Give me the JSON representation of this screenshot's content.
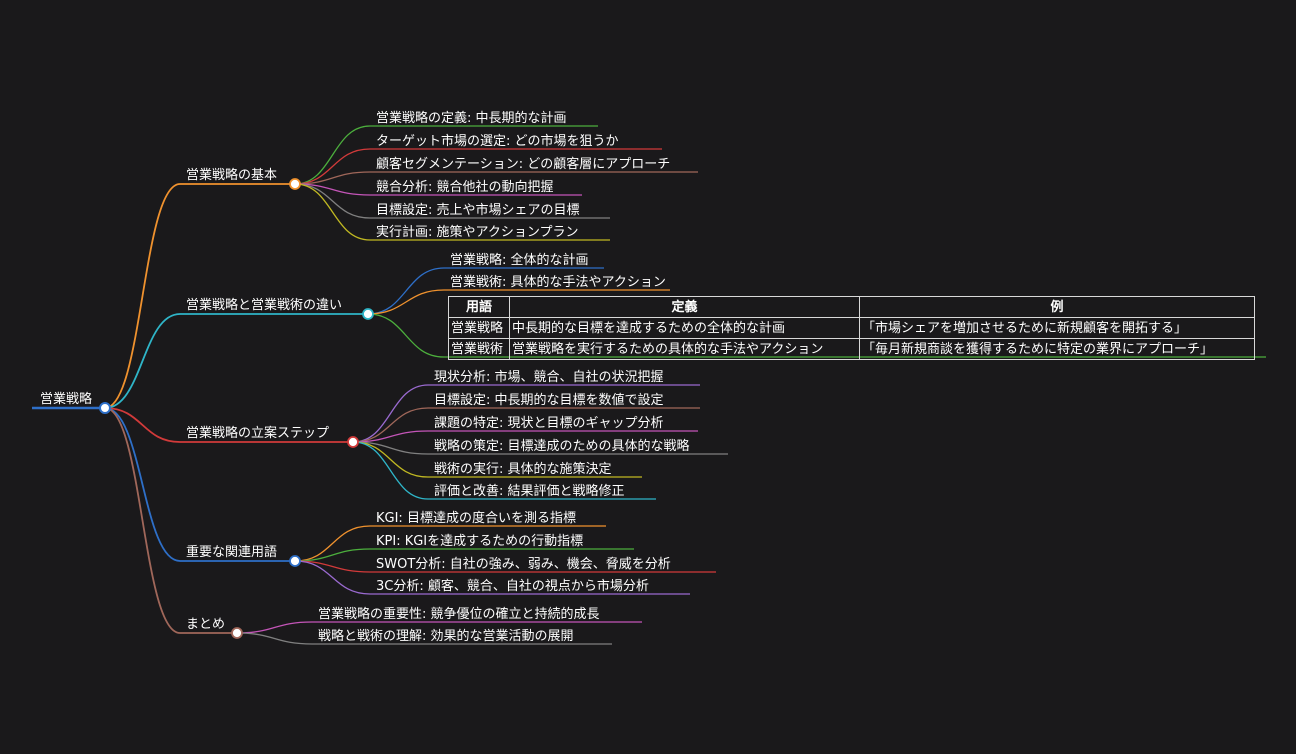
{
  "root": {
    "label": "営業戦略",
    "color": "#2e6fc8"
  },
  "branches": [
    {
      "label": "営業戦略の基本",
      "color": "#f0922e",
      "children": [
        {
          "label": "営業戦略の定義: 中長期的な計画",
          "color": "#4caf3d"
        },
        {
          "label": "ターゲット市場の選定: どの市場を狙うか",
          "color": "#d23a3a"
        },
        {
          "label": "顧客セグメンテーション: どの顧客層にアプローチ",
          "color": "#a0675a"
        },
        {
          "label": "競合分析: 競合他社の動向把握",
          "color": "#c455b8"
        },
        {
          "label": "目標設定: 売上や市場シェアの目標",
          "color": "#808080"
        },
        {
          "label": "実行計画: 施策やアクションプラン",
          "color": "#c0b822"
        }
      ]
    },
    {
      "label": "営業戦略と営業戦術の違い",
      "color": "#2fb5c8",
      "children": [
        {
          "label": "営業戦略: 全体的な計画",
          "color": "#2e6fc8"
        },
        {
          "label": "営業戦術: 具体的な手法やアクション",
          "color": "#f0922e"
        },
        {
          "label": "",
          "color": "#4caf3d"
        }
      ],
      "table": {
        "headers": [
          "用語",
          "定義",
          "例"
        ],
        "rows": [
          [
            "営業戦略",
            "中長期的な目標を達成するための全体的な計画",
            "「市場シェアを増加させるために新規顧客を開拓する」"
          ],
          [
            "営業戦術",
            "営業戦略を実行するための具体的な手法やアクション",
            "「毎月新規商談を獲得するために特定の業界にアプローチ」"
          ]
        ]
      }
    },
    {
      "label": "営業戦略の立案ステップ",
      "color": "#d23a3a",
      "children": [
        {
          "label": "現状分析: 市場、競合、自社の状況把握",
          "color": "#9a6ad0"
        },
        {
          "label": "目標設定: 中長期的な目標を数値で設定",
          "color": "#a0675a"
        },
        {
          "label": "課題の特定: 現状と目標のギャップ分析",
          "color": "#c455b8"
        },
        {
          "label": "戦略の策定: 目標達成のための具体的な戦略",
          "color": "#808080"
        },
        {
          "label": "戦術の実行: 具体的な施策決定",
          "color": "#c0b822"
        },
        {
          "label": "評価と改善: 結果評価と戦略修正",
          "color": "#2fb5c8"
        }
      ]
    },
    {
      "label": "重要な関連用語",
      "color": "#2e6fc8",
      "children": [
        {
          "label": "KGI: 目標達成の度合いを測る指標",
          "color": "#f0922e"
        },
        {
          "label": "KPI: KGIを達成するための行動指標",
          "color": "#4caf3d"
        },
        {
          "label": "SWOT分析: 自社の強み、弱み、機会、脅威を分析",
          "color": "#d23a3a"
        },
        {
          "label": "3C分析: 顧客、競合、自社の視点から市場分析",
          "color": "#9a6ad0"
        }
      ]
    },
    {
      "label": "まとめ",
      "color": "#a0675a",
      "children": [
        {
          "label": "営業戦略の重要性: 競争優位の確立と持続的成長",
          "color": "#c455b8"
        },
        {
          "label": "戦略と戦術の理解: 効果的な営業活動の展開",
          "color": "#808080"
        }
      ]
    }
  ]
}
